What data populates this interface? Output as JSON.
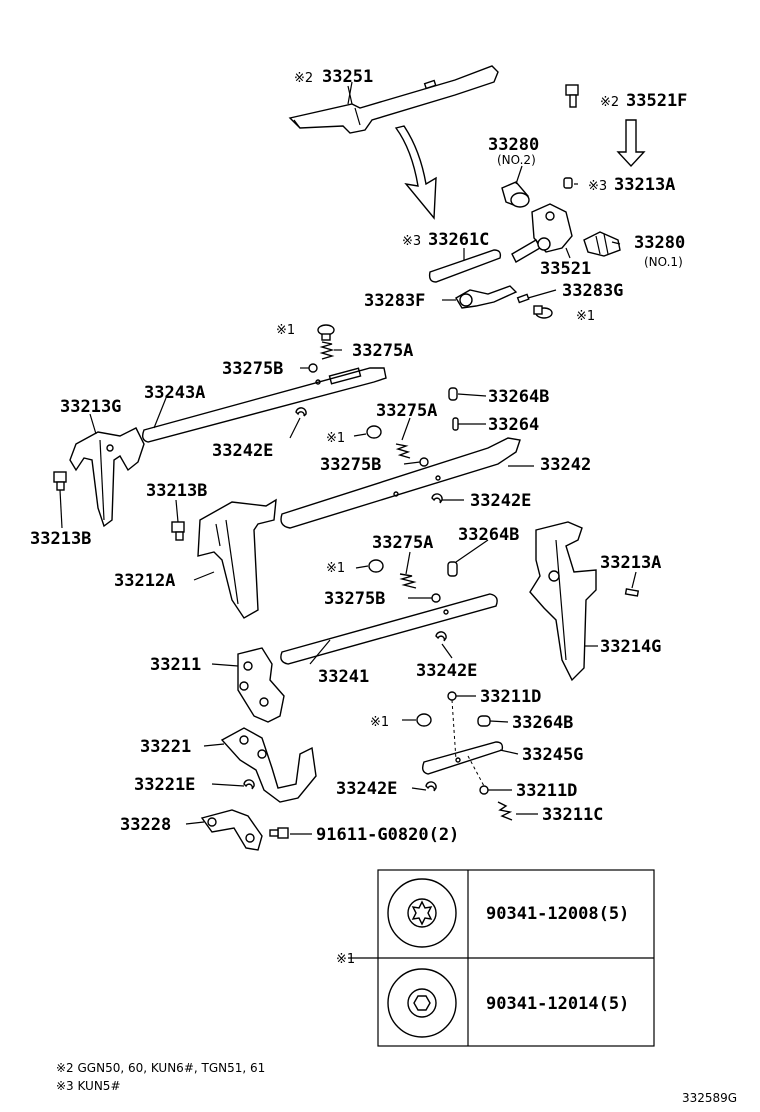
{
  "callouts": {
    "c33251": "33251",
    "m33251": "※2",
    "c33521F": "33521F",
    "m33521F": "※2",
    "c33280a": "33280",
    "c33280a_sub": "(NO.2)",
    "c33213A_top": "33213A",
    "m33213A_top": "※3",
    "c33261C": "33261C",
    "m33261C": "※3",
    "c33280b": "33280",
    "c33280b_sub": "(NO.1)",
    "c33521": "33521",
    "c33283F": "33283F",
    "c33283G": "33283G",
    "m_bolt_top": "※1",
    "m_bolt_mid": "※1",
    "c33275A_1": "33275A",
    "c33275B_1": "33275B",
    "c33243A": "33243A",
    "c33213G": "33213G",
    "c33264B_1": "33264B",
    "c33275A_2": "33275A",
    "c33264": "33264",
    "c33242E_1": "33242E",
    "m_bolt_2": "※1",
    "c33275B_2": "33275B",
    "c33242": "33242",
    "c33213B_1": "33213B",
    "c33242E_2": "33242E",
    "c33213B_2": "33213B",
    "c33264B_2": "33264B",
    "c33275A_3": "33275A",
    "m_bolt_3": "※1",
    "c33213A": "33213A",
    "c33212A": "33212A",
    "c33275B_3": "33275B",
    "c33214G": "33214G",
    "c33211": "33211",
    "c33241": "33241",
    "c33242E_3": "33242E",
    "c33211D_1": "33211D",
    "m_bolt_4": "※1",
    "c33264B_3": "33264B",
    "c33221": "33221",
    "c33245G": "33245G",
    "c33221E": "33221E",
    "c33242E_4": "33242E",
    "c33211D_2": "33211D",
    "c33228": "33228",
    "c33211C": "33211C",
    "c91611": "91611-G0820(2)"
  },
  "bolt_table": {
    "marker": "※1",
    "rows": [
      {
        "part": "90341-12008(5)",
        "head": "torx"
      },
      {
        "part": "90341-12014(5)",
        "head": "hex"
      }
    ]
  },
  "notes": [
    "※2 GGN50, 60, KUN6#, TGN51, 61",
    "※3 KUN5#"
  ],
  "figure_code": "332589G"
}
